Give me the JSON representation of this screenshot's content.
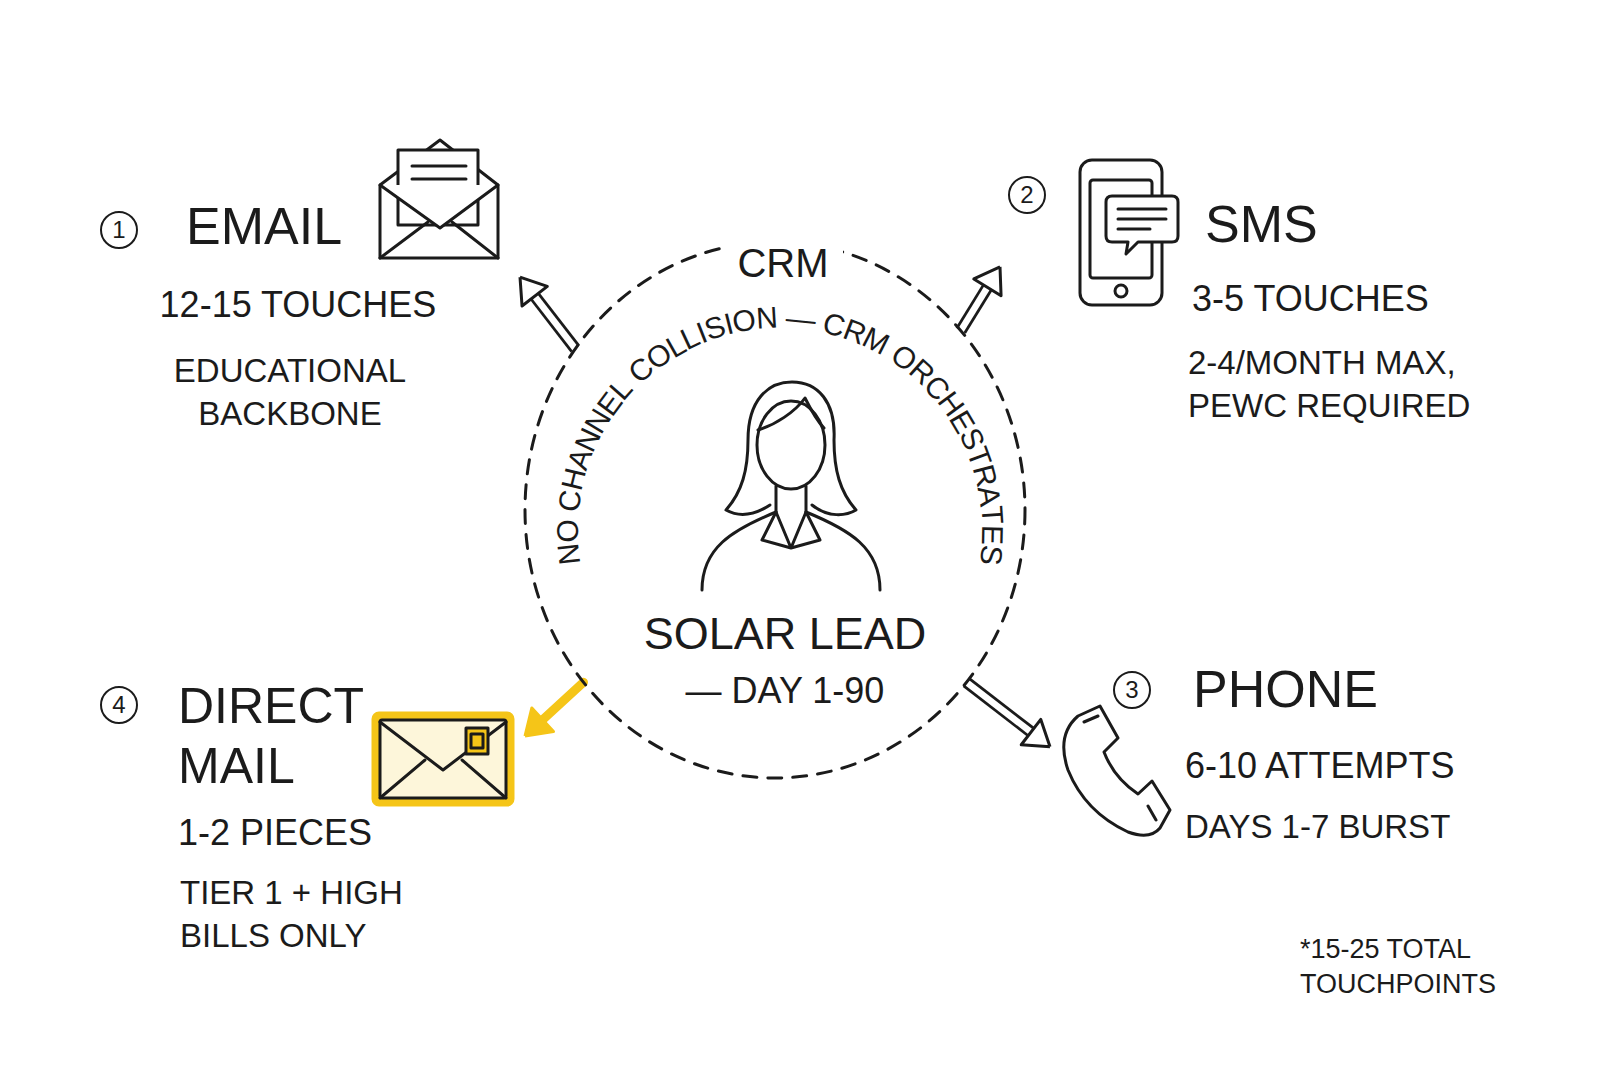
{
  "diagram": {
    "nodes": [
      {
        "text": [
          "1",
          "EMAIL",
          "12-15 TOUCHES",
          "EDUCATIONAL BACKBONE"
        ]
      },
      {
        "text": [
          "2",
          "SMS",
          "3-5 TOUCHES",
          "2-4/MONTH MAX, PEWC REQUIRED"
        ]
      },
      {
        "text": [
          "CRM",
          "NO CHANNEL COLLISION — CRM ORCHESTRATES",
          "SOLAR LEAD",
          "— DAY 1-90"
        ]
      },
      {
        "text": [
          "4",
          "DIRECT MAIL",
          "1-2 PIECES",
          "TIER 1 + HIGH BILLS ONLY"
        ]
      },
      {
        "text": [
          "3",
          "PHONE",
          "6-10 ATTEMPTS",
          "DAYS 1-7 BURST"
        ]
      }
    ],
    "edges": [
      {
        "from": 2,
        "to": 0,
        "arrow": "to"
      },
      {
        "from": 2,
        "to": 1,
        "arrow": "to"
      },
      {
        "from": 2,
        "to": 3,
        "arrow": "to"
      },
      {
        "from": 2,
        "to": 4,
        "arrow": "to"
      }
    ],
    "labels": [
      "*15-25 TOTAL TOUCHPOINTS"
    ]
  }
}
